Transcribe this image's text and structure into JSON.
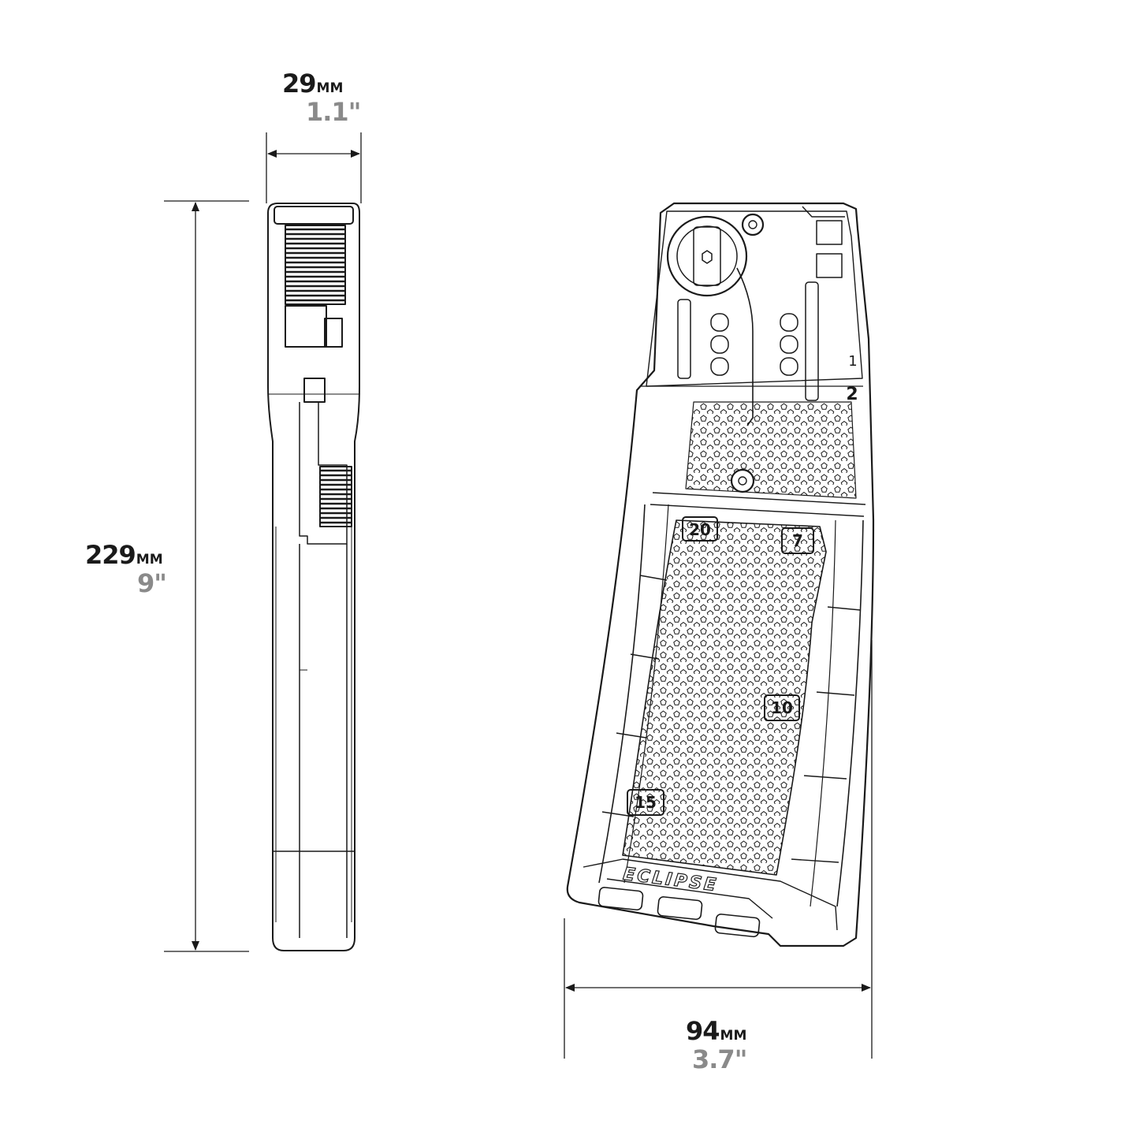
{
  "dimensions": {
    "width_side": {
      "mm": "29",
      "unit": "MM",
      "inches": "1.1\""
    },
    "height": {
      "mm": "229",
      "unit": "MM",
      "inches": "9\""
    },
    "width_front": {
      "mm": "94",
      "unit": "MM",
      "inches": "3.7\""
    }
  },
  "front_view": {
    "round_count_marks": [
      "20",
      "7",
      "10",
      "15"
    ],
    "side_numbers": [
      "1",
      "2"
    ],
    "brand": "ECLIPSE"
  },
  "colors": {
    "line": "#1a1a1a",
    "inch_text": "#8a8a8a"
  }
}
